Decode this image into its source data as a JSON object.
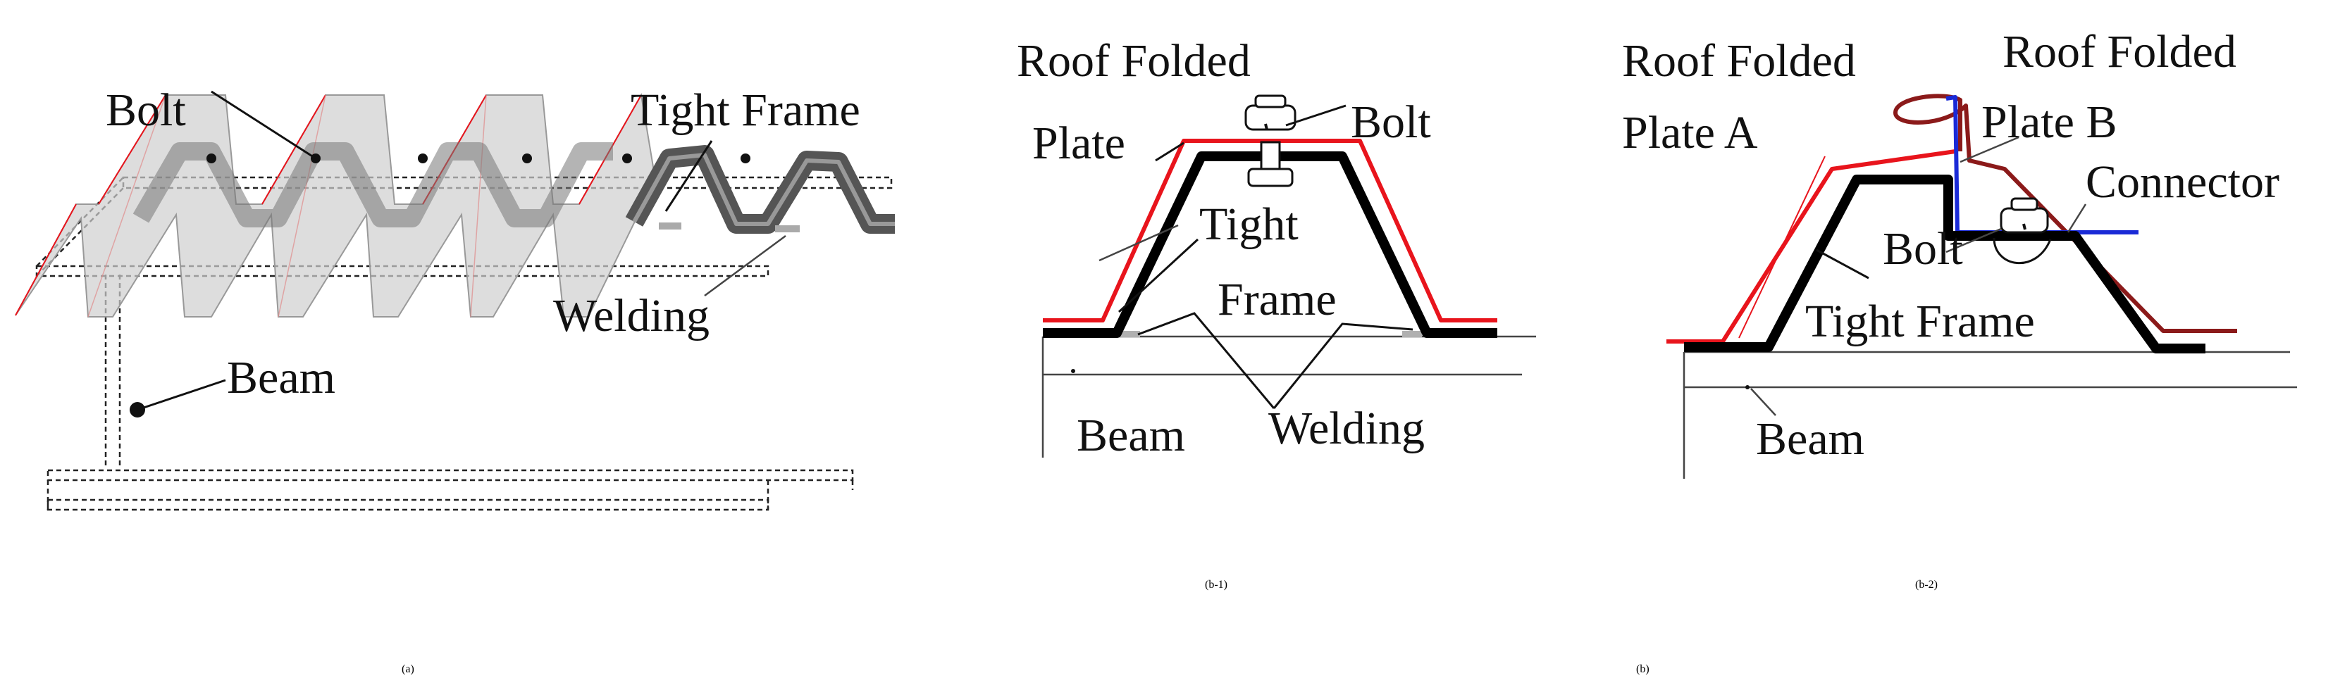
{
  "panel_a": {
    "labels": {
      "bolt": "Bolt",
      "tight_frame": "Tight Frame",
      "welding": "Welding",
      "beam": "Beam"
    },
    "caption_open": "(",
    "caption_letter": "a",
    "caption_close": ")"
  },
  "panel_b1": {
    "labels": {
      "roof_line1": "Roof Folded",
      "roof_line2": "Plate",
      "bolt": "Bolt",
      "tight_line1": "Tight",
      "tight_line2": "Frame",
      "beam": "Beam",
      "welding": "Welding"
    },
    "caption_open": "(",
    "caption_letter": "b-1",
    "caption_close": ")"
  },
  "panel_b2": {
    "labels": {
      "plate_a_line1": "Roof Folded",
      "plate_a_line2": "Plate A",
      "plate_b_line1": "Roof Folded",
      "plate_b_line2": "Plate B",
      "connector": "Connector",
      "bolt": "Bolt",
      "tight_frame": "Tight Frame",
      "beam": "Beam"
    },
    "caption_open": "(",
    "caption_letter": "b-2",
    "caption_close": ")"
  },
  "caption_b": {
    "open": "(",
    "letter": "b",
    "close": ")"
  },
  "colors": {
    "roof_plate": "#e8141c",
    "plate_b": "#8b1a1a",
    "connector": "#1a2ad6",
    "frame": "#000000",
    "sheet_fill": "#cfcfcf"
  }
}
